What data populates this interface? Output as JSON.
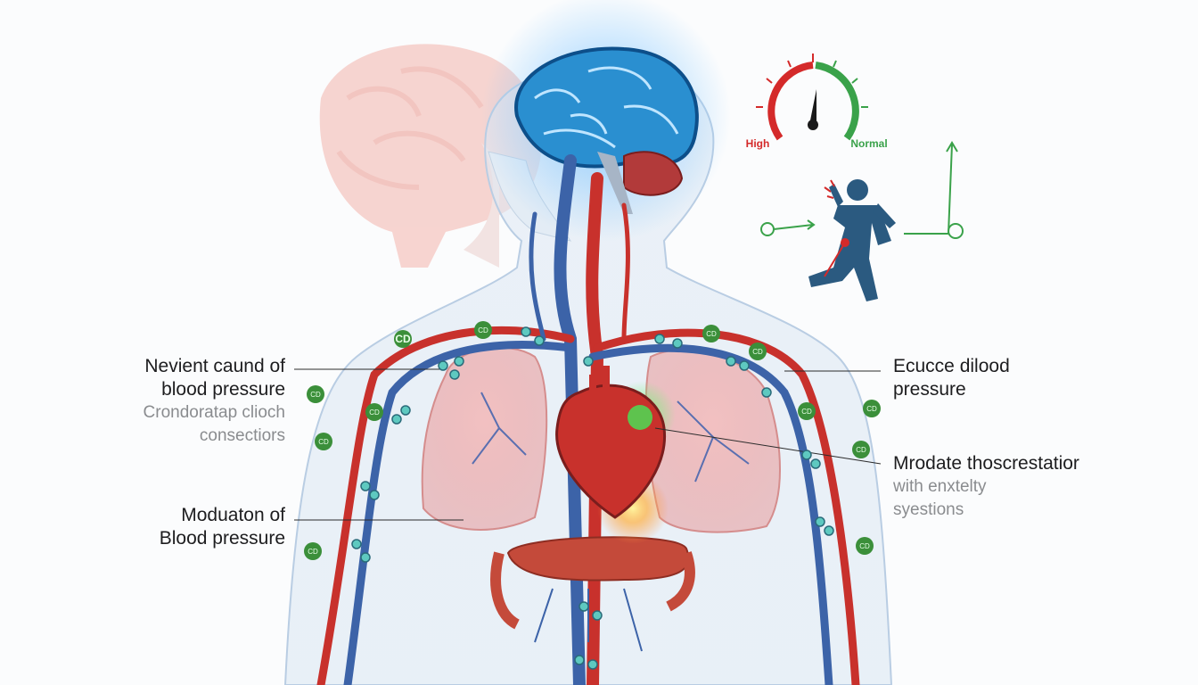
{
  "labels": {
    "left_top": {
      "line1": "Nevient caund of",
      "line2": "blood pressure",
      "sub1": "Crondoratap clioch",
      "sub2": "consectiors"
    },
    "left_bottom": {
      "line1": "Moduaton of",
      "line2": "Blood pressure"
    },
    "right_top": {
      "line1": "Ecucce dilood",
      "line2": "pressure"
    },
    "right_bottom": {
      "line1": "Mrodate thoscrestatior",
      "sub1": "with enxtelty",
      "sub2": "syestions"
    }
  },
  "gauge": {
    "left_label": "High",
    "right_label": "Normal"
  },
  "microbe_text": "CD",
  "colors": {
    "artery": "#c8312c",
    "vein": "#3c63a8",
    "brain": "#2a8fd0",
    "gauge_red": "#d42a2a",
    "gauge_green": "#3aa24a",
    "figure": "#2b5a80",
    "microbe": "#3b8f3a",
    "text": "#1d1d1f",
    "subtext": "#8a8c8f"
  }
}
